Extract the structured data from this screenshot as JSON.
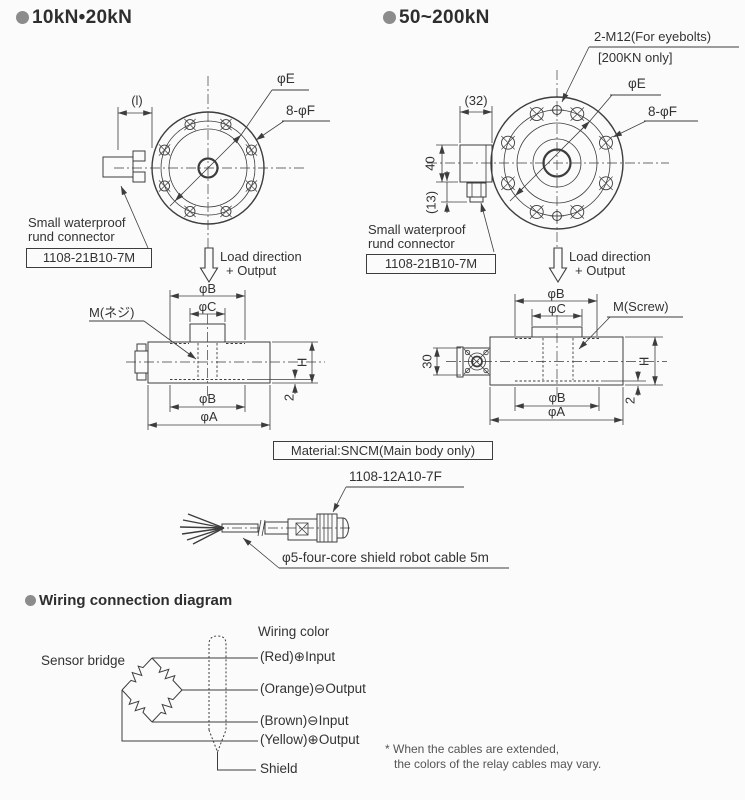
{
  "page": {
    "background": "#fbfbfb",
    "line_color": "#3d3d3d",
    "text_color": "#333333",
    "bullet_color": "#8c8c8c"
  },
  "sections": {
    "left_title": "10kN•20kN",
    "right_title": "50~200kN",
    "wiring_title": "Wiring connection diagram"
  },
  "flange_left": {
    "width_dim": "(l)",
    "pcd_label": "φE",
    "bolt_holes_label": "8-φF"
  },
  "flange_right": {
    "eyebolt_label": "2-M12(For eyebolts)",
    "eyebolt_note": "[200KN only]",
    "pcd_label": "φE",
    "bolt_holes_label": "8-φF",
    "width_dim": "(32)",
    "height_dim": "40",
    "connector_dim": "(13)"
  },
  "connector_label": {
    "line1": "Small waterproof",
    "line2": "rund connector",
    "model": "1108-21B10-7M"
  },
  "load_note": {
    "line1": "Load direction",
    "line2": "+ Output"
  },
  "side_left": {
    "phi_b_top": "φB",
    "phi_c": "φC",
    "screw_label": "M(ネジ)",
    "height_dim": "H",
    "lip_dim": "2",
    "phi_b_bottom": "φB",
    "phi_a": "φA"
  },
  "side_right": {
    "phi_b_top": "φB",
    "phi_c": "φC",
    "screw_label": "M(Screw)",
    "connector_dim": "30",
    "height_dim": "H",
    "lip_dim": "2",
    "phi_b_bottom": "φB",
    "phi_a": "φA"
  },
  "material_note": "Material:SNCM(Main body only)",
  "cable": {
    "connector_model": "1108-12A10-7F",
    "description": "φ5-four-core shield robot cable 5m"
  },
  "wiring": {
    "bridge_label": "Sensor bridge",
    "column_title": "Wiring color",
    "wires": [
      {
        "label": "(Red)⊕Input"
      },
      {
        "label": "(Orange)⊖Output"
      },
      {
        "label": "(Brown)⊖Input"
      },
      {
        "label": "(Yellow)⊕Output"
      }
    ],
    "shield_label": "Shield",
    "footnote_line1": "* When the cables are extended,",
    "footnote_line2": "the colors of the relay cables may vary."
  }
}
